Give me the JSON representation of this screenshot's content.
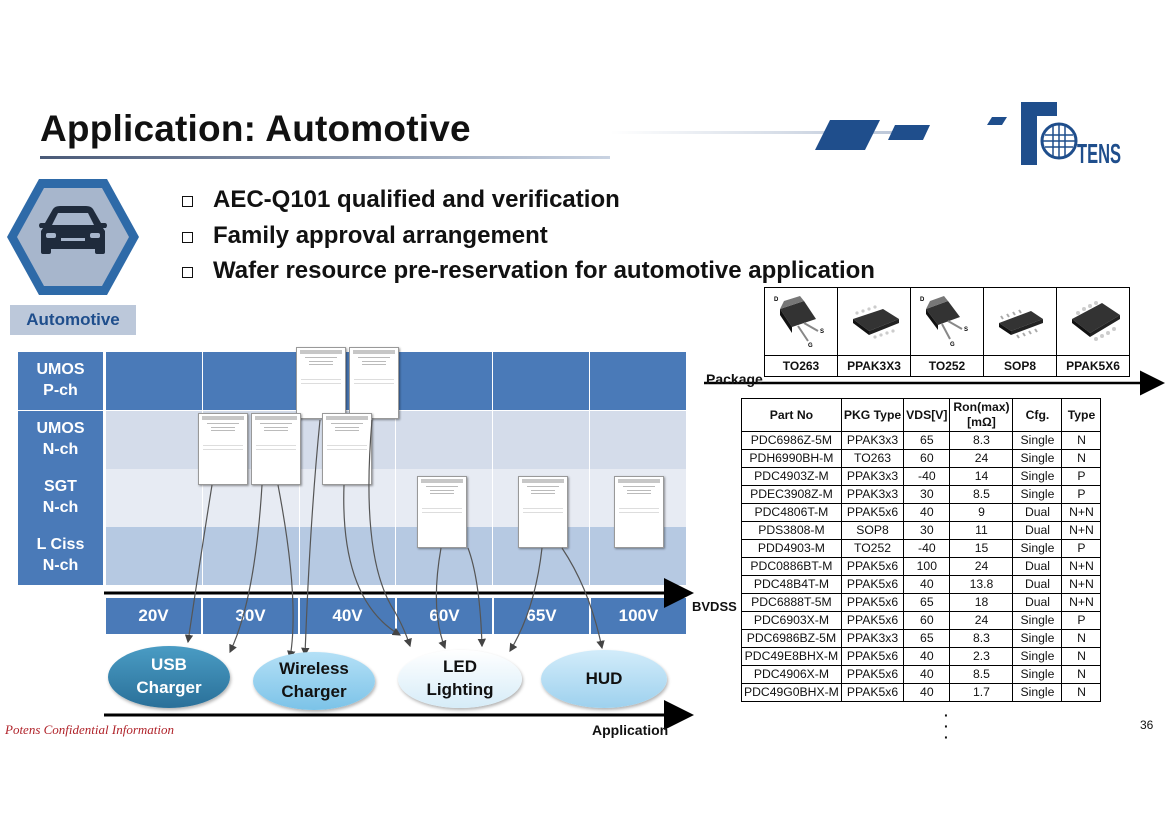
{
  "title": "Application: Automotive",
  "bullets": [
    "AEC-Q101 qualified and verification",
    "Family approval arrangement",
    "Wafer resource pre-reservation for automotive application"
  ],
  "logo_text": "P TENS",
  "icon_label": "Automotive",
  "rows": [
    {
      "label": "UMOS\nP-ch",
      "color": "#4a7ab8"
    },
    {
      "label": "UMOS\nN-ch",
      "color": "#d4dcea"
    },
    {
      "label": "SGT\nN-ch",
      "color": "#e7ebf3"
    },
    {
      "label": "L Ciss\nN-ch",
      "color": "#b6c9e2"
    }
  ],
  "row_label_colors": [
    "#4a7ab8",
    "#4a7ab8",
    "#4a7ab8",
    "#4a7ab8"
  ],
  "voltages": [
    "20V",
    "30V",
    "40V",
    "60V",
    "65V",
    "100V"
  ],
  "bvdss_label": "BVDSS",
  "package_label": "Package",
  "application_label": "Application",
  "applications": [
    {
      "label": "USB\nCharger",
      "color": "#2e7ea6",
      "text_color": "#ffffff"
    },
    {
      "label": "Wireless\nCharger",
      "color": "#7cc3e8",
      "text_color": "#111111"
    },
    {
      "label": "LED\nLighting",
      "color": "#e3f2fb",
      "text_color": "#111111"
    },
    {
      "label": "HUD",
      "color": "#a9d6f0",
      "text_color": "#111111"
    }
  ],
  "packages": [
    "TO263",
    "PPAK3X3",
    "TO252",
    "SOP8",
    "PPAK5X6"
  ],
  "parts_table": {
    "headers": [
      "Part No",
      "PKG Type",
      "VDS[V]",
      "Ron(max)\n[mΩ]",
      "Cfg.",
      "Type"
    ],
    "rows": [
      [
        "PDC6986Z-5M",
        "PPAK3x3",
        "65",
        "8.3",
        "Single",
        "N"
      ],
      [
        "PDH6990BH-M",
        "TO263",
        "60",
        "24",
        "Single",
        "N"
      ],
      [
        "PDC4903Z-M",
        "PPAK3x3",
        "-40",
        "14",
        "Single",
        "P"
      ],
      [
        "PDEC3908Z-M",
        "PPAK3x3",
        "30",
        "8.5",
        "Single",
        "P"
      ],
      [
        "PDC4806T-M",
        "PPAK5x6",
        "40",
        "9",
        "Dual",
        "N+N"
      ],
      [
        "PDS3808-M",
        "SOP8",
        "30",
        "11",
        "Dual",
        "N+N"
      ],
      [
        "PDD4903-M",
        "TO252",
        "-40",
        "15",
        "Single",
        "P"
      ],
      [
        "PDC0886BT-M",
        "PPAK5x6",
        "100",
        "24",
        "Dual",
        "N+N"
      ],
      [
        "PDC48B4T-M",
        "PPAK5x6",
        "40",
        "13.8",
        "Dual",
        "N+N"
      ],
      [
        "PDC6888T-5M",
        "PPAK5x6",
        "65",
        "18",
        "Dual",
        "N+N"
      ],
      [
        "PDC6903X-M",
        "PPAK5x6",
        "60",
        "24",
        "Single",
        "P"
      ],
      [
        "PDC6986BZ-5M",
        "PPAK3x3",
        "65",
        "8.3",
        "Single",
        "N"
      ],
      [
        "PDC49E8BHX-M",
        "PPAK5x6",
        "40",
        "2.3",
        "Single",
        "N"
      ],
      [
        "PDC4906X-M",
        "PPAK5x6",
        "40",
        "8.5",
        "Single",
        "N"
      ],
      [
        "PDC49G0BHX-M",
        "PPAK5x6",
        "40",
        "1.7",
        "Single",
        "N"
      ]
    ]
  },
  "confidential": "Potens Confidential Information",
  "page_number": "36",
  "colors": {
    "accent_blue": "#4a7ab8",
    "logo_blue": "#1f4e8c",
    "confidential_red": "#b0232a"
  }
}
